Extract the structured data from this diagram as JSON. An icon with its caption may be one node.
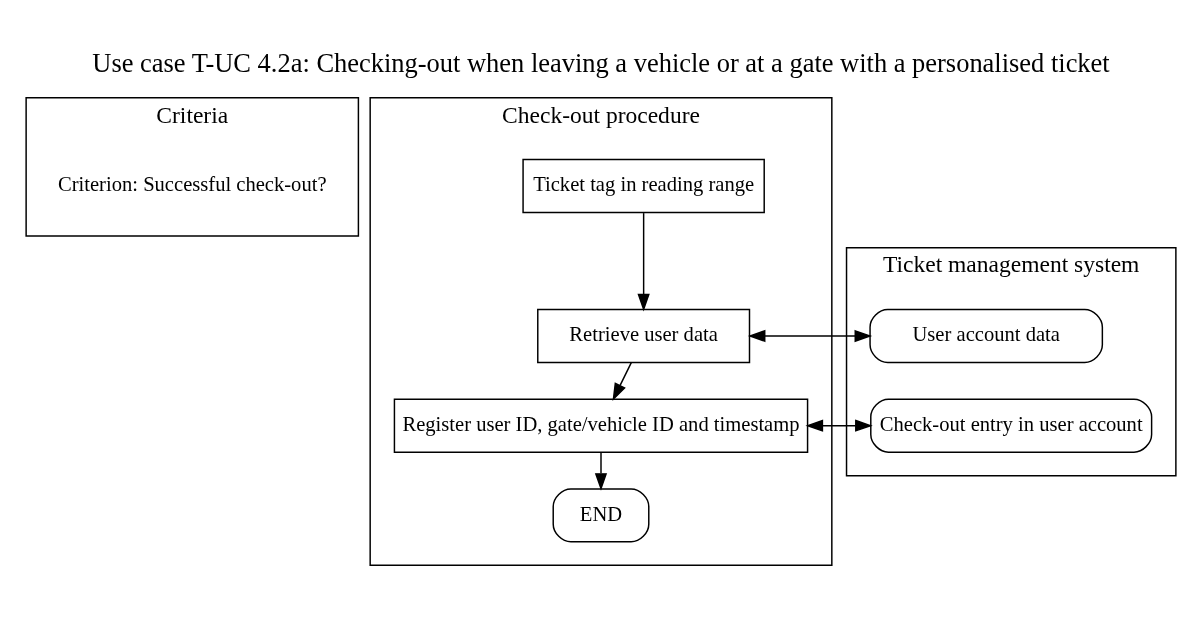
{
  "diagram": {
    "title": "Use case T-UC 4.2a: Checking-out when leaving a vehicle or at a gate with a personalised ticket",
    "nodes": [
      {
        "text": [
          "Criteria"
        ]
      },
      {
        "text": [
          "Check-out procedure"
        ]
      },
      {
        "text": [
          "Ticket management system"
        ]
      },
      {
        "text": [
          "Ticket tag in reading range"
        ],
        "in": 1
      },
      {
        "text": [
          "Retrieve user data"
        ],
        "in": 1
      },
      {
        "text": [
          "Register user ID, gate/vehicle ID and timestamp"
        ],
        "in": 1
      },
      {
        "text": [
          "END"
        ],
        "in": 1
      },
      {
        "text": [
          "User account data"
        ],
        "in": 2
      },
      {
        "text": [
          "Check-out entry in user account"
        ],
        "in": 2
      }
    ],
    "edges": [
      {
        "from": 3,
        "to": 4,
        "arrow": "to"
      },
      {
        "from": 4,
        "to": 7,
        "arrow": "both"
      },
      {
        "from": 4,
        "to": 5,
        "arrow": "to"
      },
      {
        "from": 5,
        "to": 8,
        "arrow": "both"
      },
      {
        "from": 5,
        "to": 6,
        "arrow": "to"
      }
    ],
    "labels": [
      "Criterion: Successful check-out?"
    ]
  }
}
